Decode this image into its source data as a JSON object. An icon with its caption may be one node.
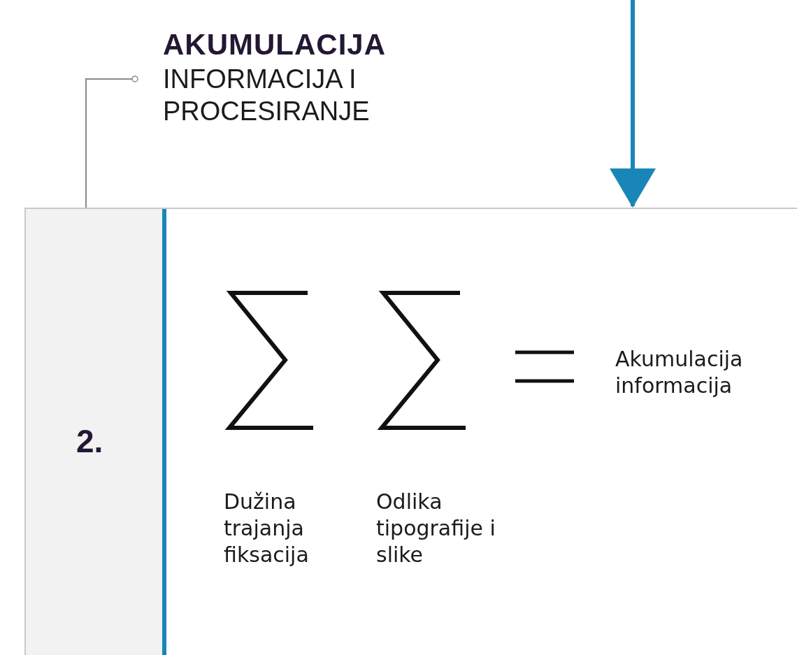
{
  "diagram": {
    "nodes": [
      {
        "text": [
          "AKUMULACIJA",
          "INFORMACIJA I PROCESIRANJE"
        ]
      },
      {
        "text": [
          "2."
        ]
      }
    ],
    "edges": [
      {
        "from": 0,
        "to": 1,
        "arrow": "other"
      },
      {
        "from": null,
        "to": 1,
        "arrow": "to",
        "style": "thick",
        "color": "#1a86b8"
      }
    ],
    "labels": [
      "Akumulacija informacija",
      "Dužina trajanja fiksacija",
      "Odlika tipografije i slike"
    ]
  }
}
